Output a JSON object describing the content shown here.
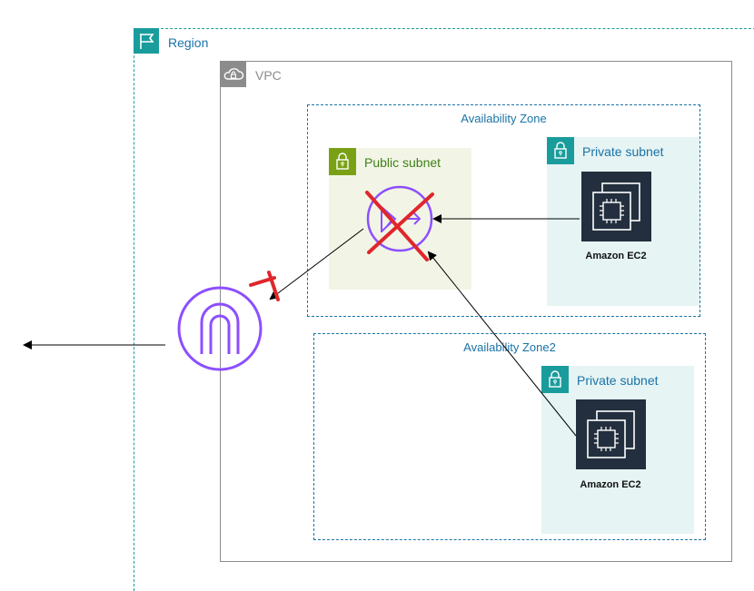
{
  "region": {
    "label": "Region",
    "icon": "flag-icon"
  },
  "vpc": {
    "label": "VPC",
    "icon": "cloud-lock-icon"
  },
  "availability_zones": [
    {
      "label": "Availability Zone"
    },
    {
      "label": "Availability Zone2"
    }
  ],
  "subnets": {
    "public": {
      "label": "Public subnet",
      "icon": "lock-icon"
    },
    "private_az1": {
      "label": "Private subnet",
      "icon": "lock-icon"
    },
    "private_az2": {
      "label": "Private subnet",
      "icon": "lock-icon"
    }
  },
  "ec2_instances": [
    {
      "label": "Amazon EC2",
      "icon": "chip-icon"
    },
    {
      "label": "Amazon EC2",
      "icon": "chip-icon"
    }
  ],
  "nat_gateway": {
    "icon": "nat-gateway-icon",
    "status": "failed"
  },
  "internet_gateway": {
    "icon": "internet-gateway-icon",
    "status": "failed"
  },
  "colors": {
    "region": "#1a9c9c",
    "vpc": "#8c8c8c",
    "az": "#1a73a8",
    "public_subnet": "#7aa116",
    "private_subnet": "#1a9c9c",
    "gateway": "#8c4fff",
    "ec2": "#232f3e",
    "failure_mark": "#e0262b"
  }
}
